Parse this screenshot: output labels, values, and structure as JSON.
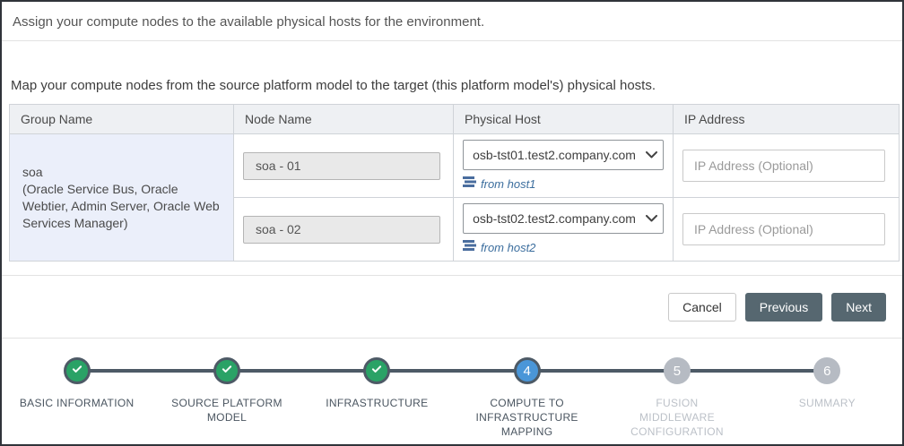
{
  "page": {
    "description": "Assign your compute nodes to the available physical hosts for the environment.",
    "instruction": "Map your compute nodes from the source platform model to the target (this platform model's) physical hosts."
  },
  "table": {
    "headers": [
      "Group Name",
      "Node Name",
      "Physical Host",
      "IP Address"
    ],
    "group": {
      "name": "soa",
      "detail": "(Oracle Service Bus, Oracle Webtier, Admin Server, Oracle Web Services Manager)"
    },
    "rows": [
      {
        "node_name": "soa - 01",
        "physical_host": "osb-tst01.test2.company.com",
        "from_host": "from host1",
        "ip_value": "",
        "ip_placeholder": "IP Address (Optional)"
      },
      {
        "node_name": "soa - 02",
        "physical_host": "osb-tst02.test2.company.com",
        "from_host": "from host2",
        "ip_value": "",
        "ip_placeholder": "IP Address (Optional)"
      }
    ]
  },
  "buttons": {
    "cancel": "Cancel",
    "previous": "Previous",
    "next": "Next"
  },
  "stepper": {
    "steps": [
      {
        "label": "BASIC INFORMATION",
        "status": "completed"
      },
      {
        "label": "SOURCE PLATFORM MODEL",
        "status": "completed"
      },
      {
        "label": "INFRASTRUCTURE",
        "status": "completed"
      },
      {
        "label": "COMPUTE TO INFRASTRUCTURE MAPPING",
        "number": "4",
        "status": "active"
      },
      {
        "label": "FUSION MIDDLEWARE CONFIGURATION",
        "number": "5",
        "status": "pending"
      },
      {
        "label": "SUMMARY",
        "number": "6",
        "status": "pending"
      }
    ]
  },
  "colors": {
    "accent-blue": "#4a96d8",
    "success-green": "#2aa266",
    "slate-dark": "#4d5a66",
    "pending-gray": "#b6bbc3",
    "button-dark": "#566770",
    "link-blue": "#3c6e9e"
  }
}
